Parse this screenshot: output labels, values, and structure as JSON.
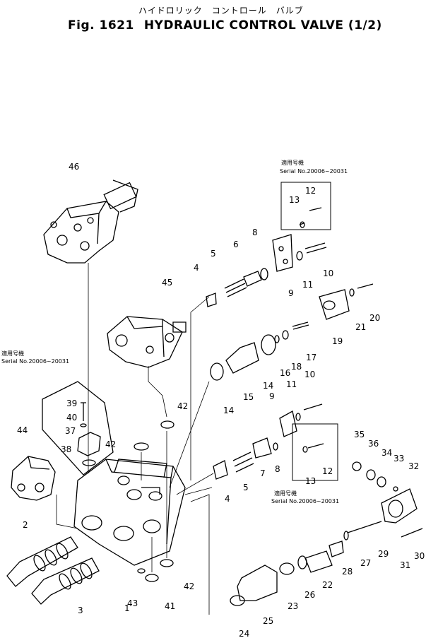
{
  "header": {
    "japanese_title": "ハイドロリック　コントロール　バルブ",
    "fig_label": "Fig. 1621",
    "title": "HYDRAULIC CONTROL VALVE (1/2)"
  },
  "notes": {
    "applicable_jp": "適用号機",
    "serial_range": "Serial No.20006~20031"
  },
  "part_numbers": [
    "1",
    "2",
    "3",
    "4",
    "4",
    "5",
    "5",
    "6",
    "7",
    "8",
    "8",
    "9",
    "9",
    "10",
    "10",
    "11",
    "11",
    "12",
    "12",
    "13",
    "13",
    "14",
    "14",
    "15",
    "16",
    "17",
    "18",
    "19",
    "20",
    "21",
    "22",
    "23",
    "24",
    "25",
    "26",
    "27",
    "28",
    "29",
    "30",
    "31",
    "32",
    "33",
    "34",
    "35",
    "36",
    "37",
    "38",
    "39",
    "40",
    "41",
    "42",
    "42",
    "42",
    "43",
    "44",
    "45",
    "46"
  ]
}
